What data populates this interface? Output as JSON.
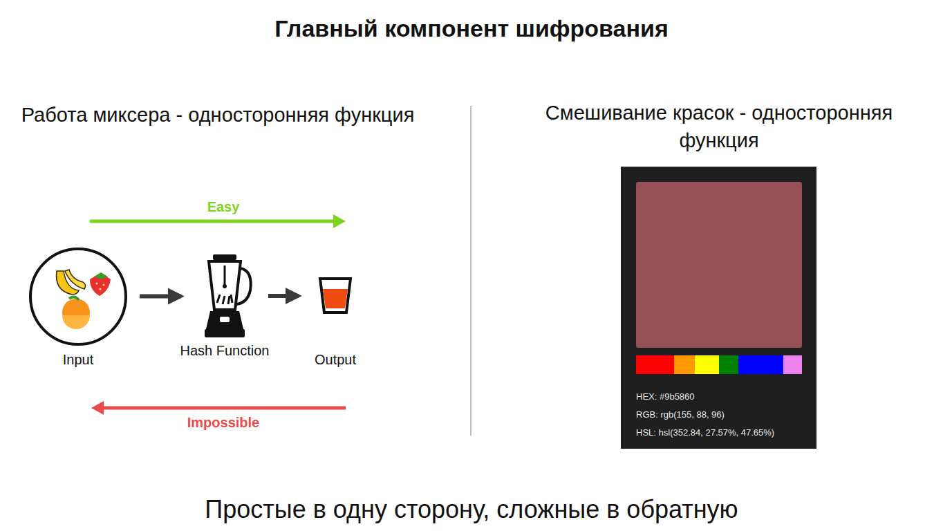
{
  "diagram": {
    "title": "Главный компонент шифрования",
    "caption": "Простые в одну сторону, сложные в обратную",
    "nodes": [
      {
        "text": [
          "Input"
        ]
      },
      {
        "text": [
          "Hash Function"
        ]
      },
      {
        "text": [
          "Output"
        ]
      },
      {
        "text": [
          "HEX: #9b5860",
          "RGB: rgb(155, 88, 96)",
          "HSL: hsl(352.84, 27.57%, 47.65%)"
        ]
      }
    ],
    "edges": [
      {
        "from": 0,
        "to": 1,
        "arrow": "to"
      },
      {
        "from": 1,
        "to": 2,
        "arrow": "to"
      }
    ],
    "labels": [
      "Работа миксера - односторонняя функция",
      "Easy",
      "Impossible",
      "Смешивание красок - односторонняя функция"
    ]
  }
}
